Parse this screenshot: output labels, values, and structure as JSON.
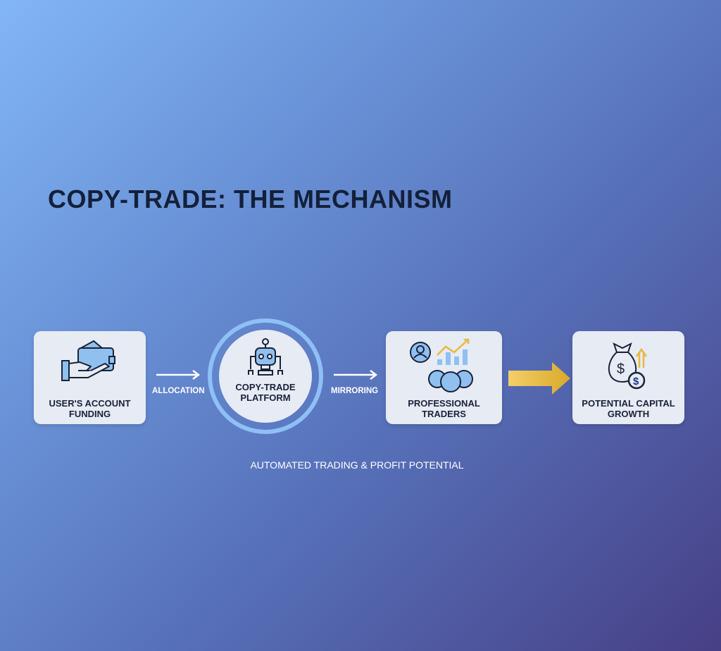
{
  "title": "COPY-TRADE: THE MECHANISM",
  "steps": [
    {
      "label_line1": "USER'S ACCOUNT",
      "label_line2": "FUNDING"
    },
    {
      "label_line1": "COPY-TRADE",
      "label_line2": "PLATFORM"
    },
    {
      "label_line1": "PROFESSIONAL",
      "label_line2": "TRADERS"
    },
    {
      "label_line1": "POTENTIAL CAPITAL",
      "label_line2": "GROWTH"
    }
  ],
  "connectors": {
    "first": "ALLOCATION",
    "second": "MIRRORING"
  },
  "caption": "AUTOMATED TRADING & PROFIT POTENTIAL",
  "colors": {
    "accent_blue": "#8ec0f6",
    "gold": "#e8b93c",
    "dark": "#1a2238"
  }
}
